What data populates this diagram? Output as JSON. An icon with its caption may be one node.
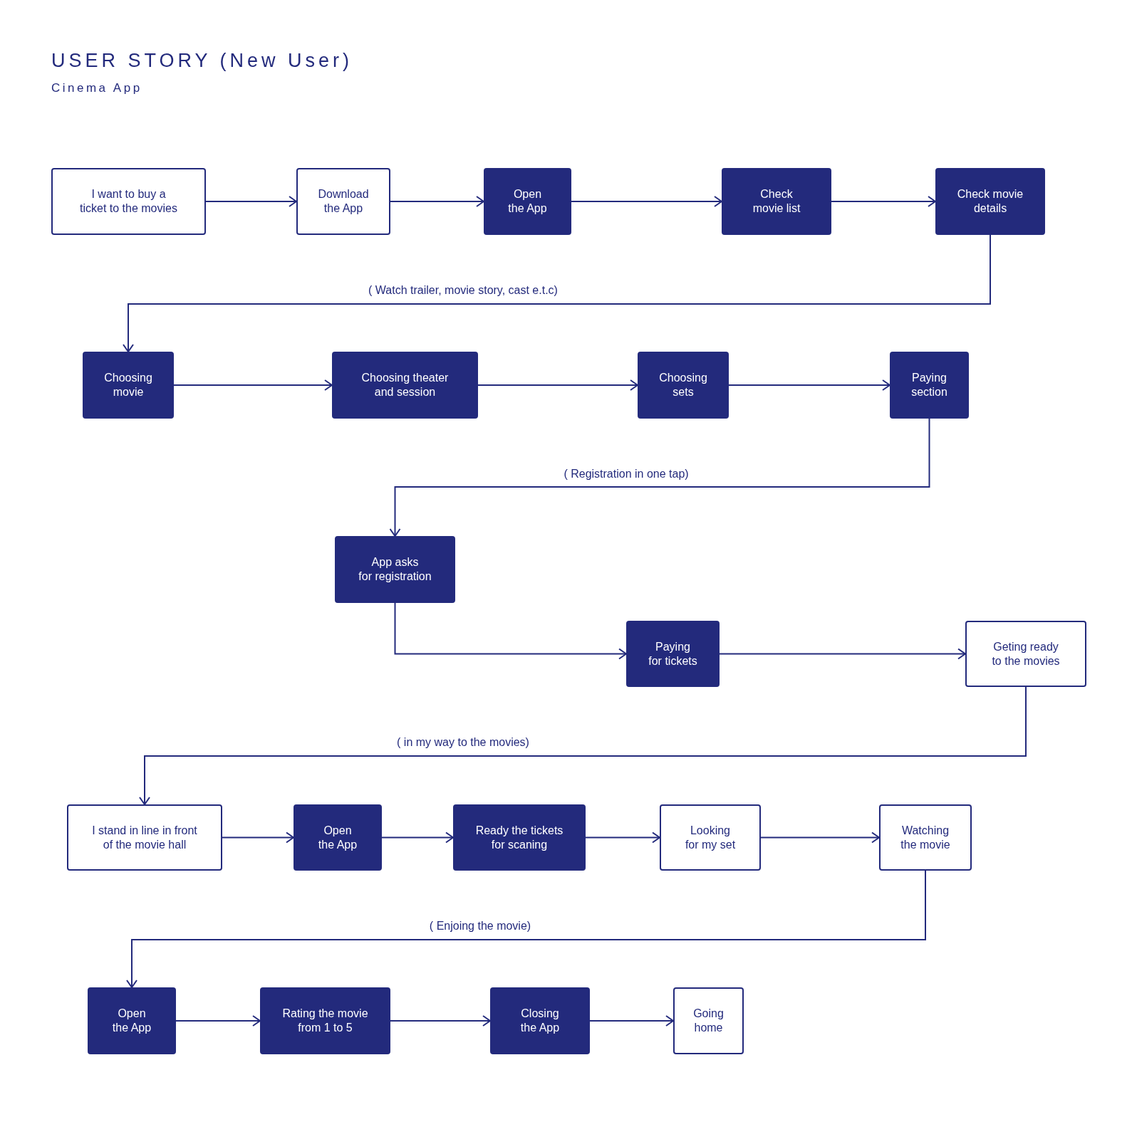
{
  "diagram": {
    "title": "USER STORY (New User)",
    "caption": "Cinema App",
    "nodes": [
      {
        "text": [
          "I want to buy a ticket to the movies"
        ]
      },
      {
        "text": [
          "Download the App"
        ]
      },
      {
        "text": [
          "Open the App"
        ]
      },
      {
        "text": [
          "Check movie list"
        ]
      },
      {
        "text": [
          "Check movie details"
        ]
      },
      {
        "text": [
          "Choosing movie"
        ]
      },
      {
        "text": [
          "Choosing theater and session"
        ]
      },
      {
        "text": [
          "Choosing sets"
        ]
      },
      {
        "text": [
          "Paying section"
        ]
      },
      {
        "text": [
          "App asks for registration"
        ]
      },
      {
        "text": [
          "Paying for tickets"
        ]
      },
      {
        "text": [
          "Geting ready to the movies"
        ]
      },
      {
        "text": [
          "I stand in line in front of the movie hall"
        ]
      },
      {
        "text": [
          "Open the App"
        ]
      },
      {
        "text": [
          "Ready the tickets for scaning"
        ]
      },
      {
        "text": [
          "Looking for my set"
        ]
      },
      {
        "text": [
          "Watching the movie"
        ]
      },
      {
        "text": [
          "Open the App"
        ]
      },
      {
        "text": [
          "Rating the movie from 1 to 5"
        ]
      },
      {
        "text": [
          "Closing the App"
        ]
      },
      {
        "text": [
          "Going home"
        ]
      }
    ],
    "edges": [
      {
        "from": 0,
        "to": 1,
        "arrow": "to"
      },
      {
        "from": 1,
        "to": 2,
        "arrow": "to"
      },
      {
        "from": 2,
        "to": 3,
        "arrow": "to"
      },
      {
        "from": 3,
        "to": 4,
        "arrow": "to"
      },
      {
        "from": 4,
        "to": 5,
        "arrow": "to",
        "label": "( Watch trailer, movie story, cast e.t.c)"
      },
      {
        "from": 5,
        "to": 6,
        "arrow": "to"
      },
      {
        "from": 6,
        "to": 7,
        "arrow": "to"
      },
      {
        "from": 7,
        "to": 8,
        "arrow": "to"
      },
      {
        "from": 8,
        "to": 9,
        "arrow": "to",
        "label": "( Registration in one tap)"
      },
      {
        "from": 9,
        "to": 10,
        "arrow": "to"
      },
      {
        "from": 10,
        "to": 11,
        "arrow": "to"
      },
      {
        "from": 11,
        "to": 12,
        "arrow": "to",
        "label": "( in my way to the movies)"
      },
      {
        "from": 12,
        "to": 13,
        "arrow": "to"
      },
      {
        "from": 13,
        "to": 14,
        "arrow": "to"
      },
      {
        "from": 14,
        "to": 15,
        "arrow": "to"
      },
      {
        "from": 15,
        "to": 16,
        "arrow": "to"
      },
      {
        "from": 16,
        "to": 17,
        "arrow": "to",
        "label": "( Enjoing the movie)"
      },
      {
        "from": 17,
        "to": 18,
        "arrow": "to"
      },
      {
        "from": 18,
        "to": 19,
        "arrow": "to"
      },
      {
        "from": 19,
        "to": 20,
        "arrow": "to"
      }
    ]
  }
}
